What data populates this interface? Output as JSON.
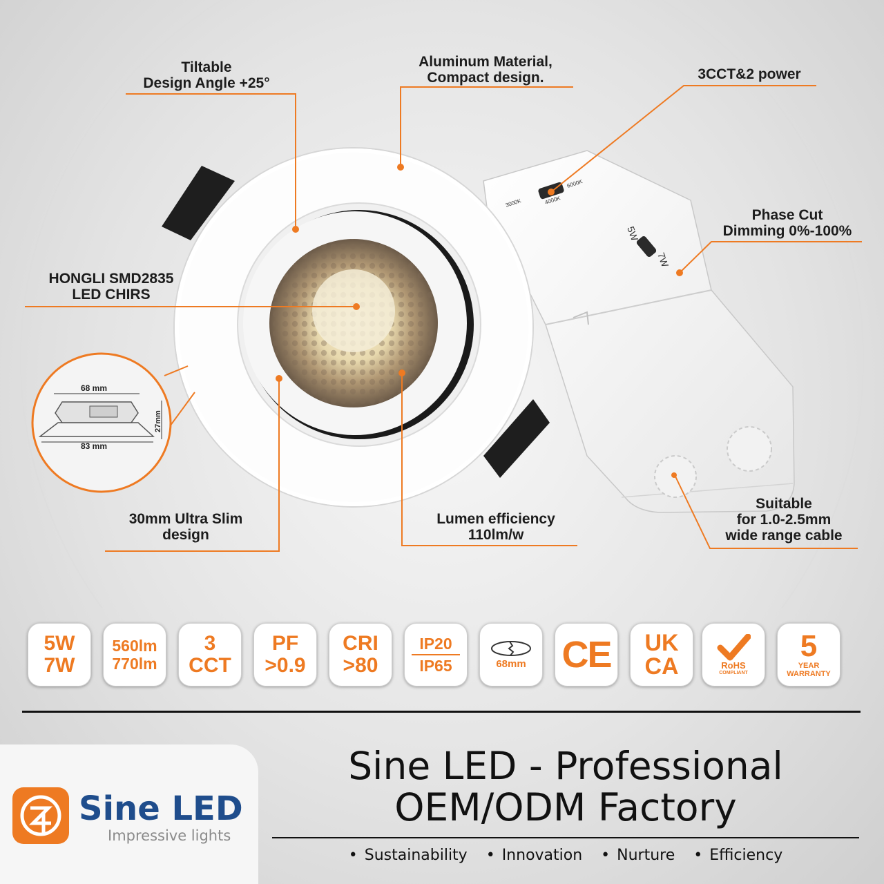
{
  "callouts": {
    "tiltable": [
      "Tiltable",
      "Design Angle +25°"
    ],
    "aluminum": [
      "Aluminum Material,",
      "Compact design."
    ],
    "cct_power": [
      "3CCT&2 power"
    ],
    "phase_cut": [
      "Phase Cut",
      "Dimming 0%-100%"
    ],
    "chips": [
      "HONGLI SMD2835",
      "LED CHIRS"
    ],
    "ultra_slim": [
      "30mm Ultra Slim",
      "design"
    ],
    "lumen": [
      "Lumen efficiency",
      "110lm/w"
    ],
    "cable": [
      "Suitable",
      "for 1.0-2.5mm",
      "wide range cable"
    ]
  },
  "dimensions": {
    "top": "68 mm",
    "bottom": "83 mm",
    "height": "27mm"
  },
  "driver_labels": {
    "cct": [
      "3000K",
      "4000K",
      "6000K"
    ],
    "power": [
      "5W",
      "7W"
    ]
  },
  "badges": {
    "power": [
      "5W",
      "7W"
    ],
    "lumen": [
      "560lm",
      "770lm"
    ],
    "cct": [
      "3",
      "CCT"
    ],
    "pf": [
      "PF",
      ">0.9"
    ],
    "cri": [
      "CRI",
      ">80"
    ],
    "ip": [
      "IP20",
      "IP65"
    ],
    "cutout": "68mm",
    "ce": "CE",
    "ukca": [
      "UK",
      "CA"
    ],
    "rohs": [
      "RoHS",
      "COMPLIANT"
    ],
    "warranty": [
      "5",
      "YEAR",
      "WARRANTY"
    ]
  },
  "brand": {
    "name": "Sine LED",
    "tagline": "Impressive lights"
  },
  "headline": [
    "Sine LED - Professional",
    "OEM/ODM Factory"
  ],
  "values": [
    "Sustainability",
    "Innovation",
    "Nurture",
    "Efficiency"
  ],
  "colors": {
    "accent": "#ee7a22",
    "brand_blue": "#1f4d8c",
    "text": "#1c1c1c"
  }
}
